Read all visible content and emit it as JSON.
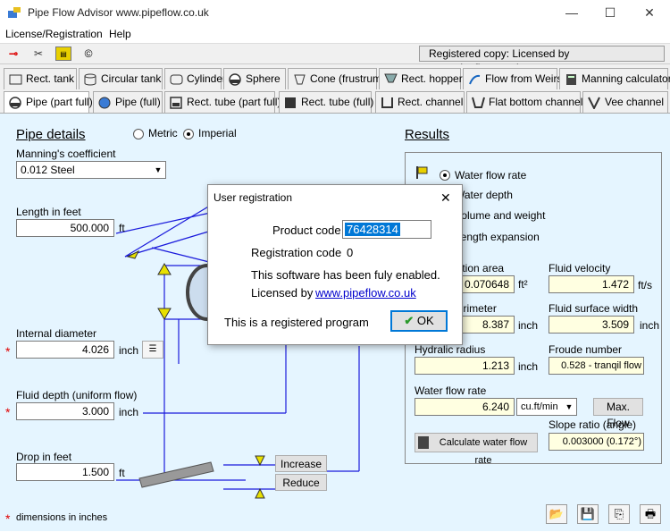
{
  "window": {
    "title": "Pipe Flow Advisor    www.pipeflow.co.uk",
    "controls": [
      "—",
      "☐",
      "✕"
    ]
  },
  "menu": [
    "License/Registration",
    "Help"
  ],
  "toolbar": {
    "registered": "Registered copy: Licensed by www.pipeflow.co.uk",
    "copyright": "©"
  },
  "tabs_row1": [
    "Rect. tank",
    "Circular tank",
    "Cylinder",
    "Sphere",
    "Cone (frustrum)",
    "Rect. hopper",
    "Flow from Weirs",
    "Manning calculator"
  ],
  "tabs_row2": [
    "Pipe (part full)",
    "Pipe (full)",
    "Rect. tube (part full)",
    "Rect. tube (full)",
    "Rect. channel",
    "Flat bottom channel",
    "Vee channel"
  ],
  "pipe": {
    "heading": "Pipe details",
    "metric": "Metric",
    "imperial": "Imperial",
    "manning_label": "Manning's coefficient",
    "manning_value": "0.012  Steel",
    "length_label": "Length  in feet",
    "length_value": "500.000",
    "length_unit": "ft",
    "diameter_label": "Internal diameter",
    "diameter_value": "4.026",
    "diameter_unit": "inch",
    "depth_label": "Fluid depth (uniform flow)",
    "depth_value": "3.000",
    "depth_unit": "inch",
    "drop_label": "Drop  in feet",
    "drop_value": "1.500",
    "drop_unit": "ft",
    "increase": "Increase",
    "reduce": "Reduce",
    "footnote": "dimensions in inches",
    "star": "*"
  },
  "results": {
    "heading": "Results",
    "opt1": "Water flow rate",
    "opt2": "Water depth",
    "opt3": "Volume and weight",
    "opt4": "Length expansion",
    "area_label": "Cross section area",
    "area_value": "0.070648",
    "area_unit": "ft²",
    "vel_label": "Fluid velocity",
    "vel_value": "1.472",
    "vel_unit": "ft/s",
    "perim_label": "Wetted perimeter",
    "perim_value": "8.387",
    "perim_unit": "inch",
    "width_label": "Fluid surface width",
    "width_value": "3.509",
    "width_unit": "inch",
    "radius_label": "Hydralic radius",
    "radius_value": "1.213",
    "radius_unit": "inch",
    "froude_label": "Froude number",
    "froude_value": "0.528 - tranqil flow",
    "flow_label": "Water flow rate",
    "flow_value": "6.240",
    "flow_unit": "cu.ft/min",
    "maxflow": "Max. Flow",
    "slope_label": "Slope ratio (angle)",
    "slope_value": "0.003000 (0.172°)",
    "calc": "Calculate water flow rate"
  },
  "dialog": {
    "title": "User registration",
    "close": "✕",
    "product_label": "Product code",
    "product_value": "76428314",
    "reg_label": "Registration code",
    "reg_value": "0",
    "enabled": "This software has been fuly enabled.",
    "licensed": "Licensed by",
    "link": "www.pipeflow.co.uk",
    "registered": "This is a registered program",
    "ok": "OK"
  }
}
